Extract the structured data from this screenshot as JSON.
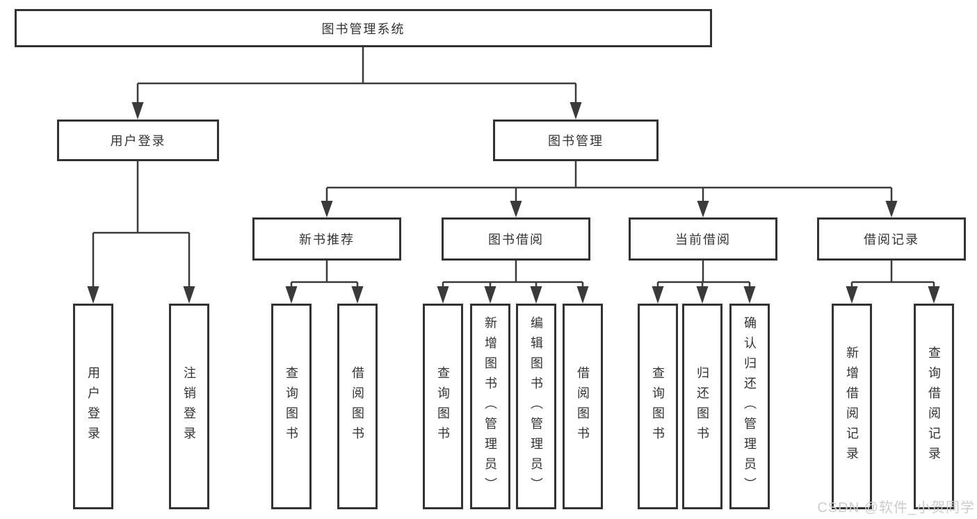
{
  "diagram": {
    "root": {
      "label": "图书管理系统"
    },
    "level2": {
      "user_login": {
        "label": "用户登录"
      },
      "book_management": {
        "label": "图书管理"
      }
    },
    "level3": {
      "new_book_recommend": {
        "label": "新书推荐"
      },
      "book_borrow": {
        "label": "图书借阅"
      },
      "current_borrow": {
        "label": "当前借阅"
      },
      "borrow_records": {
        "label": "借阅记录"
      }
    },
    "leaves": {
      "user_login": [
        "用户登录",
        "注销登录"
      ],
      "new_book_recommend": [
        "查询图书",
        "借阅图书"
      ],
      "book_borrow": [
        "查询图书",
        "新增图书（管理员）",
        "编辑图书（管理员）",
        "借阅图书"
      ],
      "current_borrow": [
        "查询图书",
        "归还图书",
        "确认归还（管理员）"
      ],
      "borrow_records": [
        "新增借阅记录",
        "查询借阅记录"
      ]
    }
  },
  "watermark": {
    "text": "CSDN @软件_小贺同学"
  },
  "colors": {
    "line": "#3a3a3a",
    "box_border": "#333333",
    "text": "#333333",
    "background": "#ffffff",
    "watermark": "#cccccc"
  }
}
